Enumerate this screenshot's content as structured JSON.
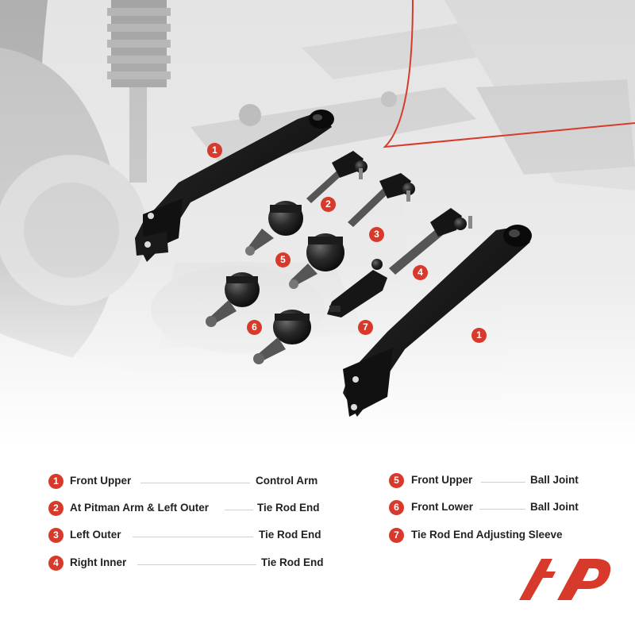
{
  "colors": {
    "accent": "#d73a2a",
    "text": "#222222",
    "part_black": "#111111",
    "background_gray": "#9a9a9a"
  },
  "callouts": [
    "1",
    "2",
    "3",
    "4",
    "5",
    "6",
    "7",
    "1"
  ],
  "legend": [
    {
      "num": "1",
      "part": "Front Upper",
      "type": "Control Arm"
    },
    {
      "num": "2",
      "part": "At Pitman Arm & Left Outer",
      "type": "Tie Rod End"
    },
    {
      "num": "3",
      "part": "Left Outer",
      "type": "Tie Rod End"
    },
    {
      "num": "4",
      "part": "Right Inner",
      "type": "Tie Rod End"
    },
    {
      "num": "5",
      "part": "Front Upper",
      "type": "Ball Joint"
    },
    {
      "num": "6",
      "part": "Front Lower",
      "type": "Ball Joint"
    },
    {
      "num": "7",
      "part": "Tie Rod End Adjusting Sleeve",
      "type": ""
    }
  ],
  "logo": {
    "name": "brand-logo"
  }
}
